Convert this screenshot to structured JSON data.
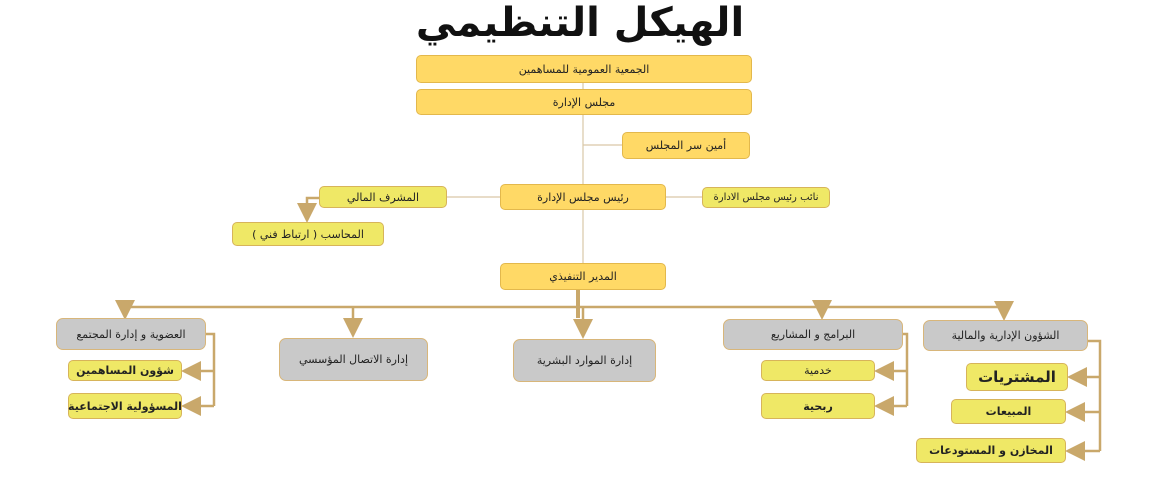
{
  "title": "الهيكل التنظيمي",
  "nodes": {
    "general_assembly": "الجمعية العمومية للمساهمين",
    "board": "مجلس الإدارة",
    "secretary": "أمين سر المجلس",
    "chairman": "رئيس مجلس الإدارة",
    "vice_chairman": "نائب رئيس مجلس الادارة",
    "financial_supervisor": "المشرف المالي",
    "accountant": "المحاسب ( ارتباط فني )",
    "executive_director": "المدير التنفيذي",
    "membership": "العضوية و إدارة المجتمع",
    "shareholders_affairs": "شؤون المساهمين",
    "social_responsibility": "المسؤولية الاجتماعية",
    "communication": "إدارة الاتصال المؤسسي",
    "hr": "إدارة الموارد البشرية",
    "programs": "البرامج و المشاريع",
    "service": "خدمية",
    "profit": "ربحية",
    "admin_finance": "الشؤون الإدارية والمالية",
    "purchases": "المشتريات",
    "sales": "المبيعات",
    "warehouses": "المخازن و المستودعات"
  },
  "colors": {
    "orange": "#FFD966",
    "yellow": "#EFE866",
    "grey": "#C9C9C9",
    "connector": "#C9A86B"
  }
}
